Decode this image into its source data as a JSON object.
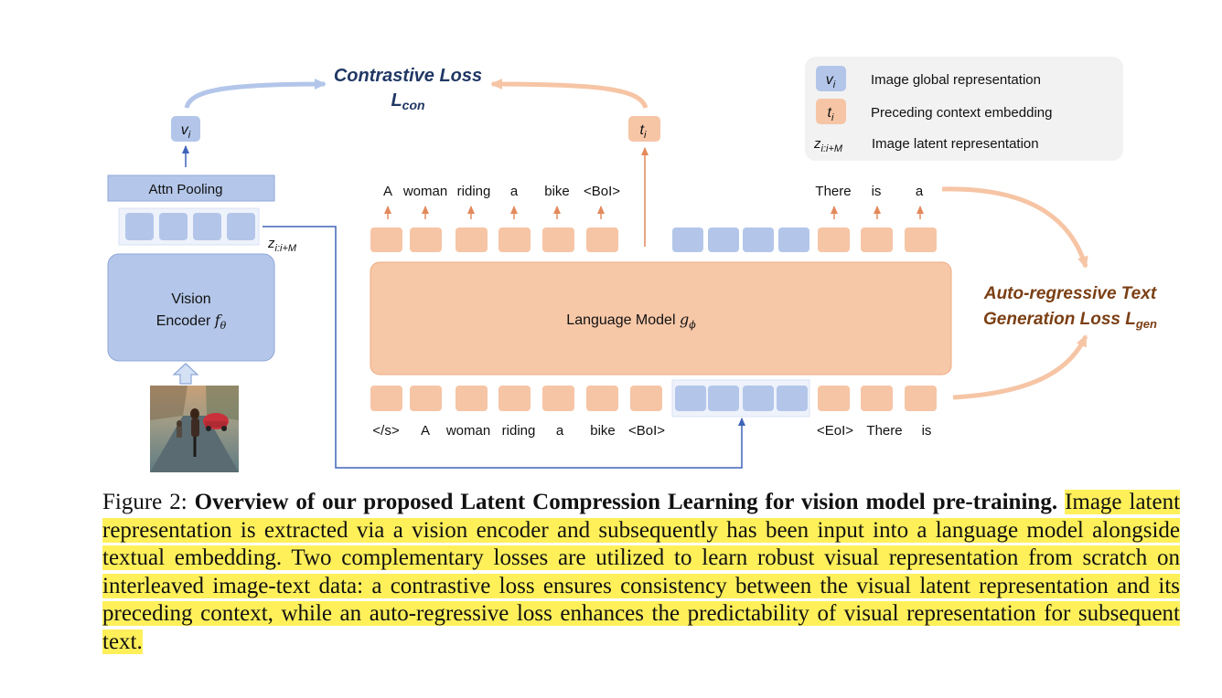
{
  "figure": {
    "contrastive_loss": {
      "line1": "Contrastive Loss",
      "symbol": "L",
      "sub": "con"
    },
    "gen_loss": {
      "line1": "Auto-regressive Text",
      "line2": "Generation Loss ",
      "symbol": "L",
      "sub": "gen"
    },
    "v_token": {
      "base": "v",
      "sub": "i"
    },
    "t_token": {
      "base": "t",
      "sub": "i"
    },
    "z_label": {
      "base": "z",
      "sub": "i:i+M"
    },
    "attn_pooling": "Attn Pooling",
    "vision_encoder": {
      "line1": "Vision",
      "line2": "Encoder ",
      "symbol": "f",
      "sub": "θ"
    },
    "language_model": {
      "text": "Language Model ",
      "symbol": "g",
      "sub": "ϕ"
    },
    "legend": [
      {
        "symbol": "v",
        "sub": "i",
        "label": "Image global representation",
        "color": "#b3c6ea"
      },
      {
        "symbol": "t",
        "sub": "i",
        "label": "Preceding context embedding",
        "color": "#f6c5a5"
      },
      {
        "symbol": "z",
        "sub": "i:i+M",
        "label": "Image latent representation",
        "color": ""
      }
    ],
    "output_tokens_left": [
      "A",
      "woman",
      "riding",
      "a",
      "bike",
      "<BoI>"
    ],
    "output_tokens_right": [
      "There",
      "is",
      "a"
    ],
    "input_tokens_left": [
      "</s>",
      "A",
      "woman",
      "riding",
      "a",
      "bike",
      "<BoI>"
    ],
    "input_tokens_right": [
      "<EoI>",
      "There",
      "is"
    ],
    "colors": {
      "orange_token": "#f6c5a5",
      "blue_token": "#b3c6ea",
      "lm_fill": "#f7c8a8",
      "encoder_fill": "#b4c7ea",
      "blue_arrow": "#3f63b8",
      "orange_arrow": "#e3895b",
      "loss_blue": "#203864",
      "loss_brown": "#7b3f14",
      "highlight": "#fff05a"
    }
  },
  "caption": {
    "label": "Figure 2: ",
    "title": "Overview of our proposed Latent Compression Learning for vision model pre-training.",
    "body": "Image latent representation is extracted via a vision encoder and subsequently has been input into a language model alongside textual embedding. Two complementary losses are utilized to learn robust visual representation from scratch on interleaved image-text data: a contrastive loss ensures consistency between the visual latent representation and its preceding context, while an auto-regressive loss enhances the predictability of visual representation for subsequent text."
  }
}
